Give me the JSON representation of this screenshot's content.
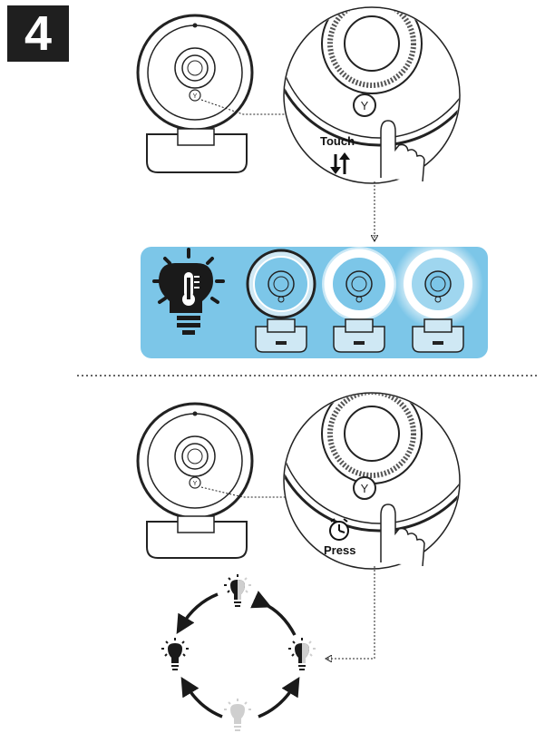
{
  "step": {
    "number": "4"
  },
  "section1": {
    "touch_label": "Touch"
  },
  "section2": {
    "press_label": "Press"
  },
  "colors": {
    "panel": "#7cc6e8",
    "panel_edge": "#5fb3dc",
    "ink": "#1a1a1a",
    "faded": "#cfcfcf"
  },
  "icons": [
    "webcam",
    "touch-sensor-icon",
    "hand-icon",
    "up-down-arrows-icon",
    "thermometer-bulb-icon",
    "clock-icon",
    "bulb-icon",
    "cycle-arrow-icon"
  ]
}
